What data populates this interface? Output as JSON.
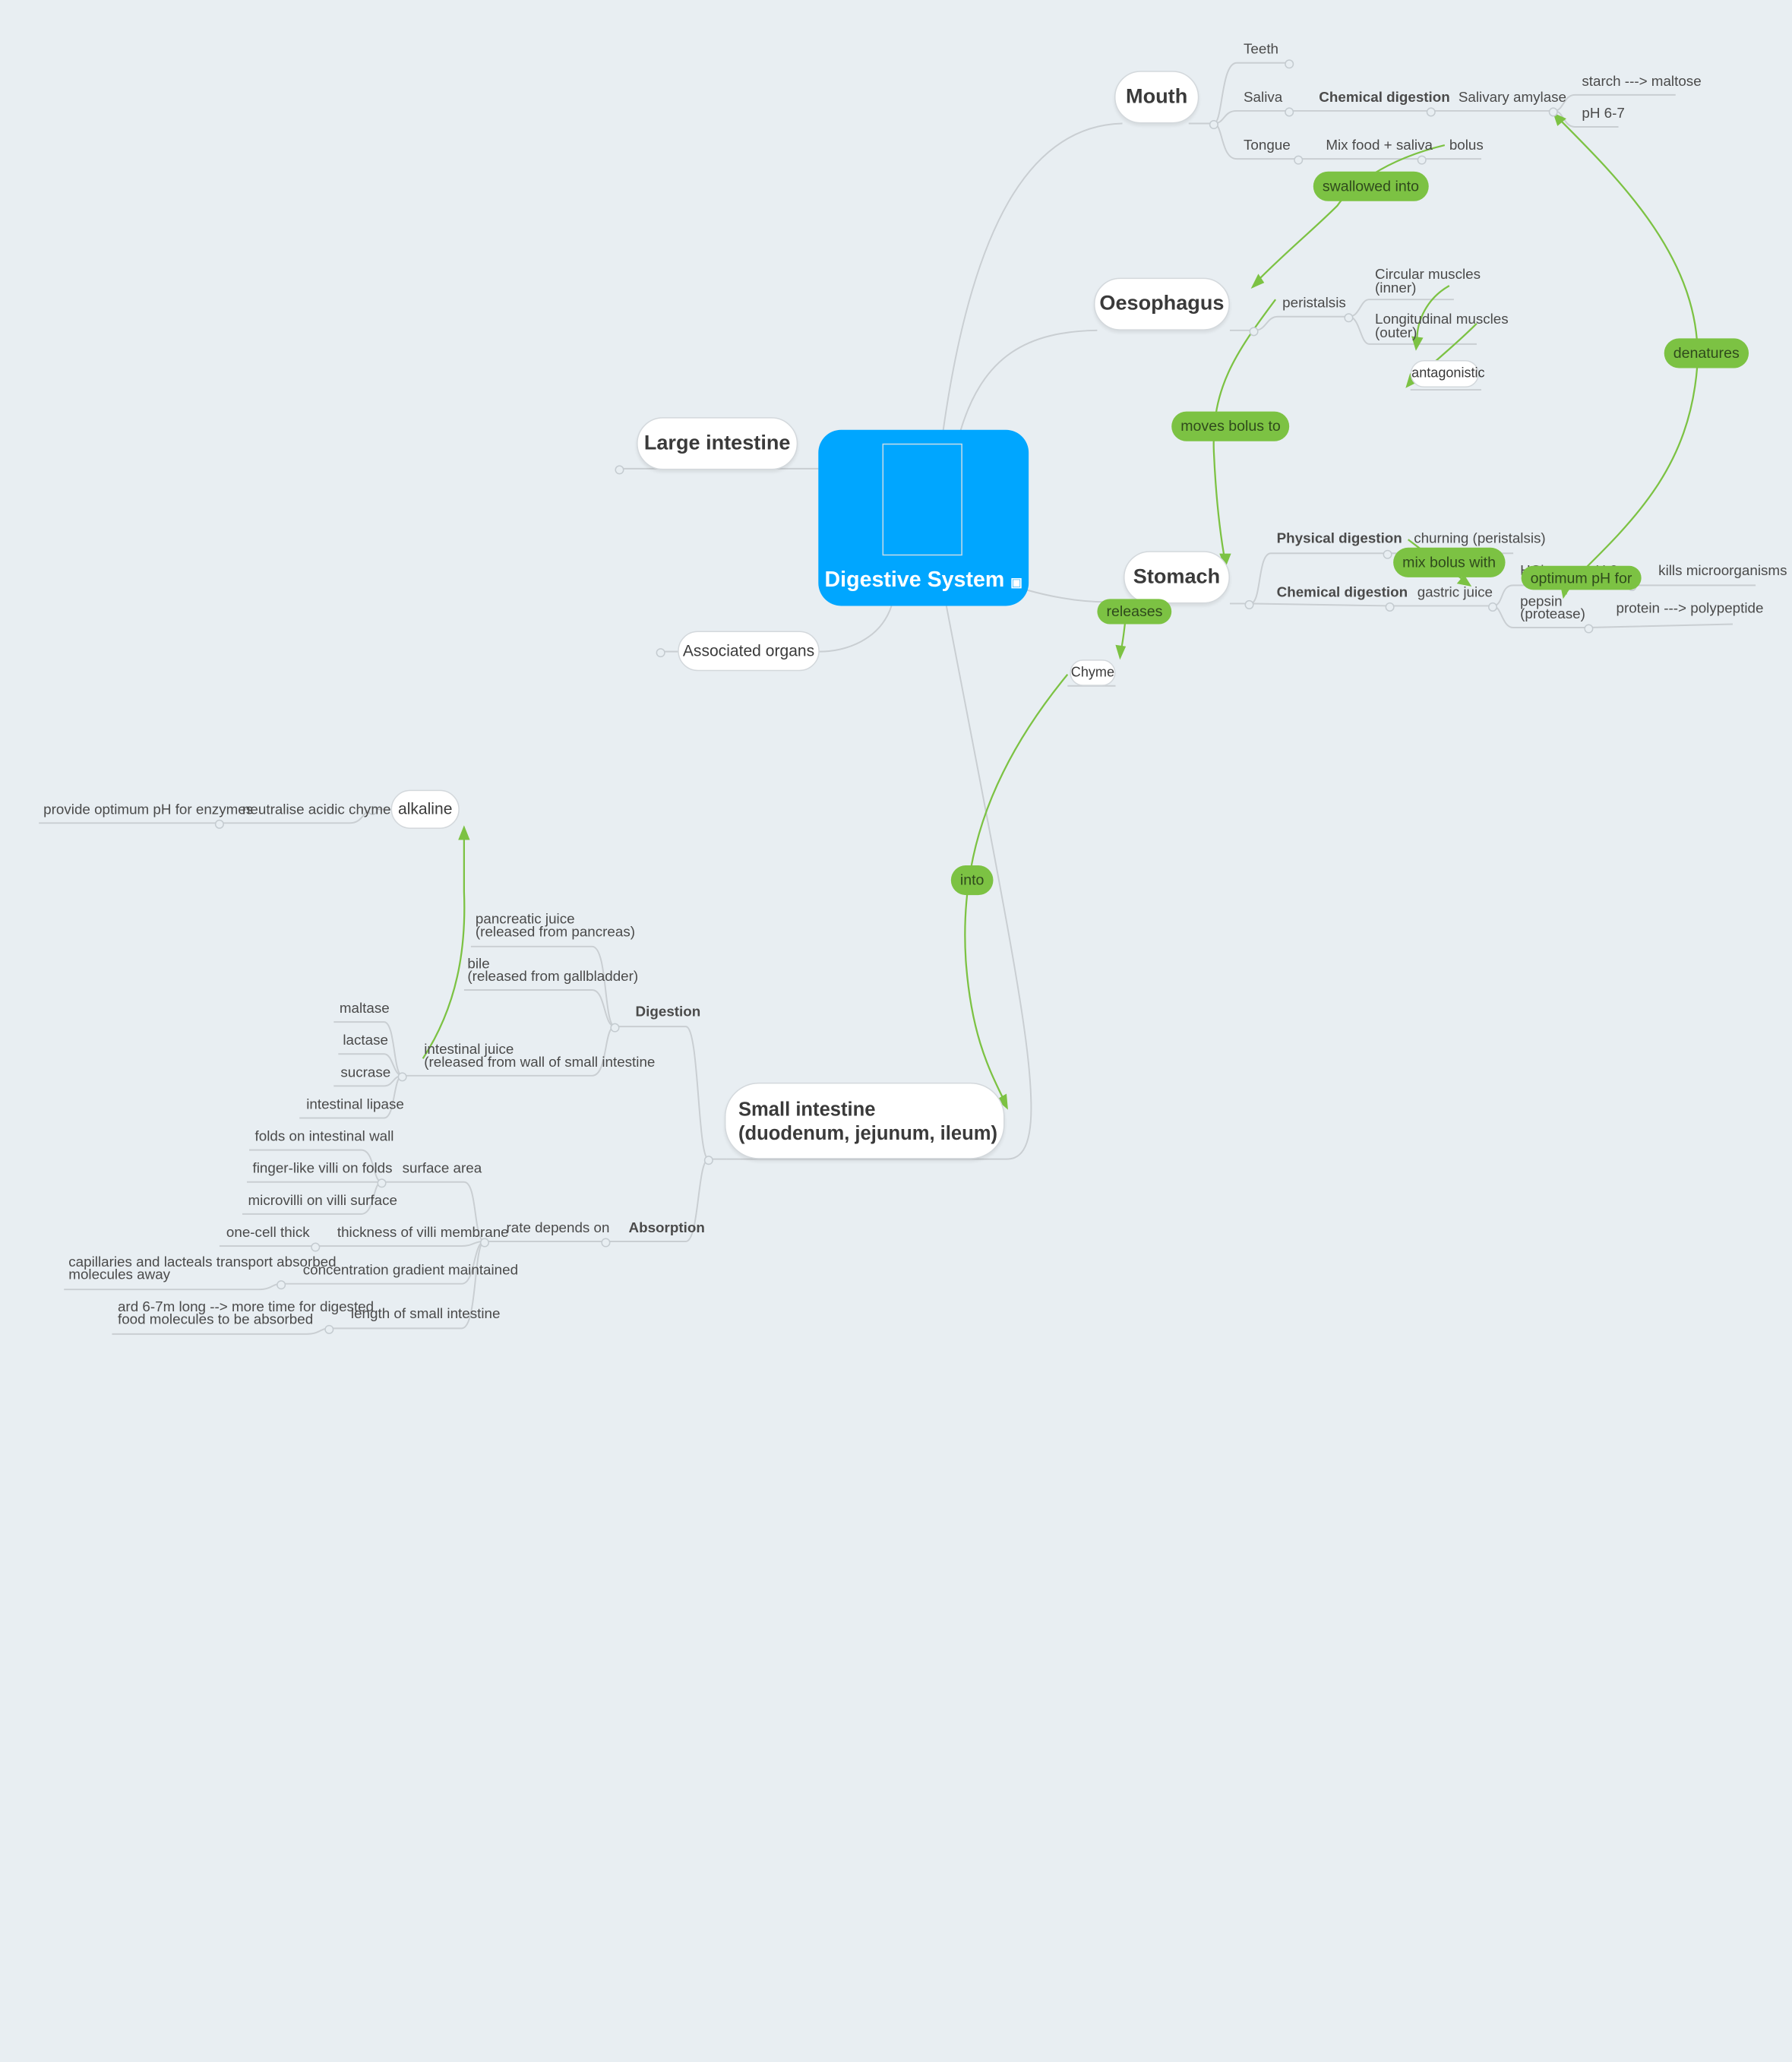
{
  "center": {
    "title": "Digestive System",
    "image_icon": "image-icon"
  },
  "branches": {
    "mouth": "Mouth",
    "oesophagus": "Oesophagus",
    "stomach": "Stomach",
    "large_intestine": "Large intestine",
    "associated_organs": "Associated organs",
    "small_intestine": "Small intestine\n(duodenum, jejunum, ileum)"
  },
  "mouth": {
    "teeth": "Teeth",
    "saliva": "Saliva",
    "chemical_digestion": "Chemical digestion",
    "salivary_amylase": "Salivary amylase",
    "starch_maltose": "starch ---> maltose",
    "ph": "pH 6-7",
    "tongue": "Tongue",
    "mix_food": "Mix food + saliva",
    "bolus": "bolus"
  },
  "oesophagus": {
    "peristalsis": "peristalsis",
    "circular": "Circular muscles\n(inner)",
    "longitudinal": "Longitudinal muscles\n(outer)",
    "antagonistic": "antagonistic"
  },
  "stomach": {
    "physical_digestion": "Physical digestion",
    "churning": "churning (peristalsis)",
    "chemical_digestion": "Chemical digestion",
    "gastric_juice": "gastric juice",
    "hcl": "HCl",
    "ph2": "pH 2",
    "kills": "kills microorganisms",
    "pepsin": "pepsin\n(protease)",
    "protein": "protein ---> polypeptide",
    "chyme": "Chyme"
  },
  "small_intestine": {
    "digestion": "Digestion",
    "pancreatic": "pancreatic juice\n(released from pancreas)",
    "bile": "bile\n(released from gallbladder)",
    "intestinal": "intestinal juice\n(released from wall of small intestine",
    "maltase": "maltase",
    "lactase": "lactase",
    "sucrase": "sucrase",
    "lipase": "intestinal lipase",
    "alkaline": "alkaline",
    "neutralise": "neutralise acidic chyme",
    "optimum": "provide optimum pH for enzymes",
    "absorption": "Absorption",
    "rate": "rate depends on",
    "surface_area": "surface area",
    "folds": "folds on intestinal wall",
    "villi": "finger-like villi on folds",
    "microvilli": "microvilli on villi surface",
    "thickness": "thickness of villi membrane",
    "one_cell": "one-cell thick",
    "gradient": "concentration gradient maintained",
    "capillaries": "capillaries and lacteals transport absorbed\nmolecules away",
    "length": "length of small intestine",
    "length_detail": "ard 6-7m long --> more time for digested\nfood molecules to be absorbed"
  },
  "relations": {
    "swallowed_into": "swallowed into",
    "moves_bolus_to": "moves bolus to",
    "denatures": "denatures",
    "mix_bolus_with": "mix bolus with",
    "optimum_ph_for": "optimum pH for",
    "releases": "releases",
    "into": "into"
  },
  "colors": {
    "center": "#00a6ff",
    "relation": "#7cc243",
    "background": "#e8eef2",
    "connector": "#c9ced2"
  }
}
